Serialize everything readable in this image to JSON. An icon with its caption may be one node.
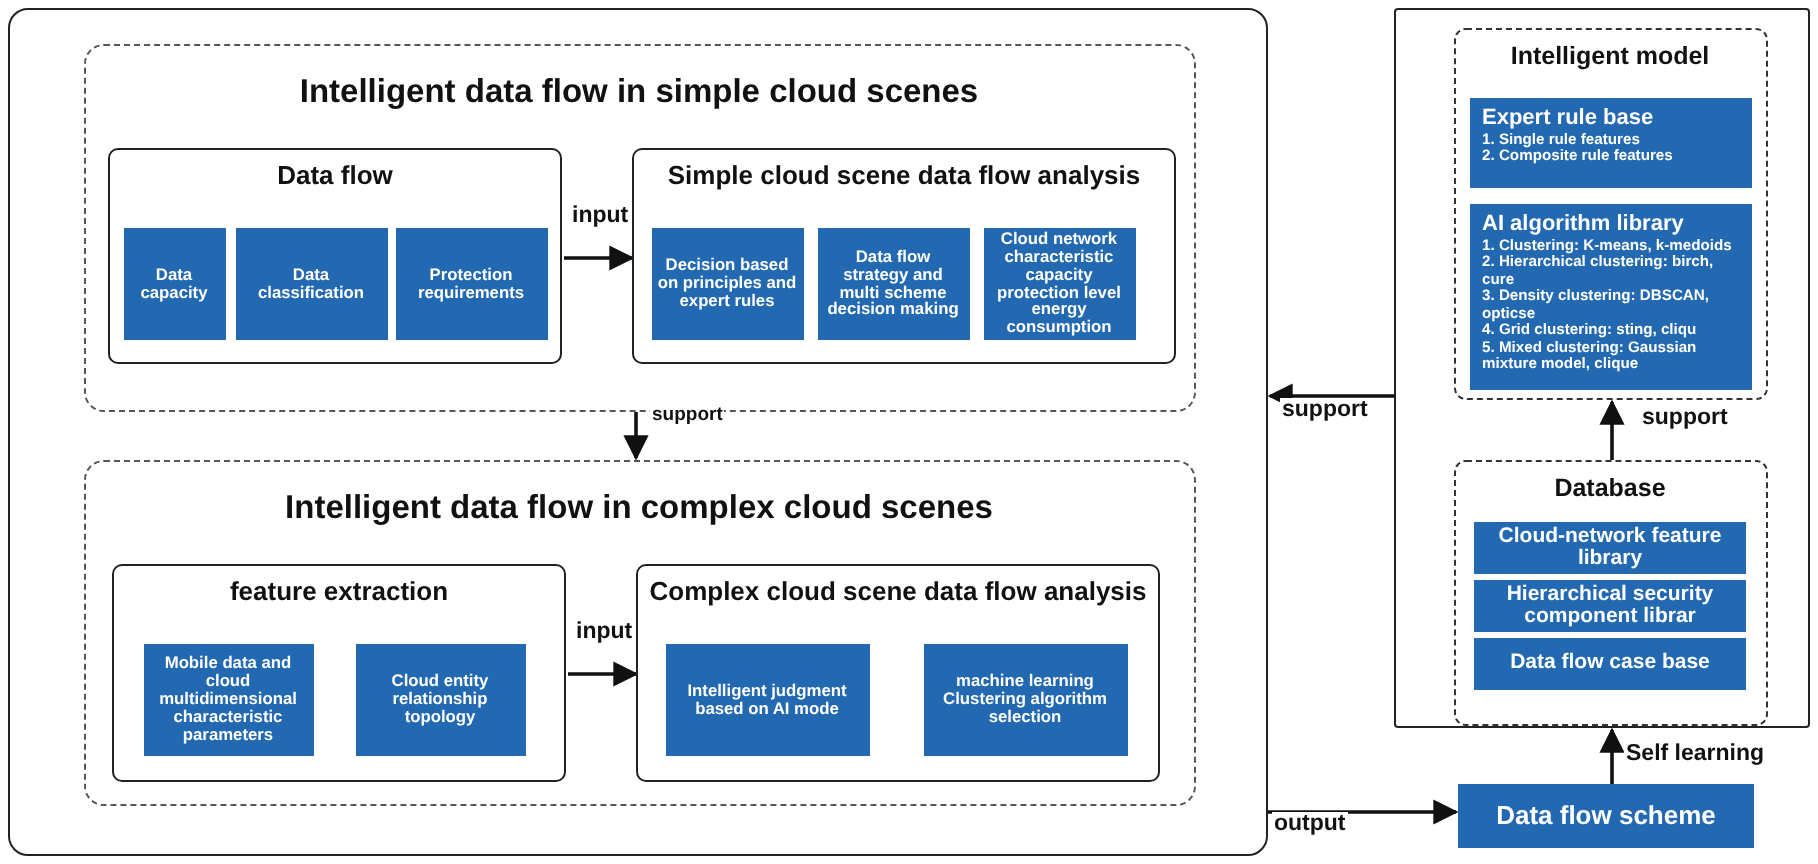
{
  "diagram": {
    "nodes": [
      {
        "text": [],
        "shape": "box"
      },
      {
        "text": [
          "Intelligent data flow in simple cloud scenes"
        ],
        "in": 0
      },
      {
        "text": [
          "Data flow"
        ],
        "in": 1
      },
      {
        "text": [
          "Data capacity"
        ],
        "in": 2
      },
      {
        "text": [
          "Data classification"
        ],
        "in": 2
      },
      {
        "text": [
          "Protection requirements"
        ],
        "in": 2
      },
      {
        "text": [
          "Simple cloud scene data flow analysis"
        ],
        "in": 1
      },
      {
        "text": [
          "Decision based on principles and expert rules"
        ],
        "in": 6
      },
      {
        "text": [
          "Data flow strategy and multi scheme decision making"
        ],
        "in": 6
      },
      {
        "text": [
          "Cloud network characteristic capacity protection level energy consumption"
        ],
        "in": 6
      },
      {
        "text": [
          "Intelligent data flow in complex cloud scenes"
        ],
        "in": 0
      },
      {
        "text": [
          "feature extraction"
        ],
        "in": 10
      },
      {
        "text": [
          "Mobile data and cloud multidimensional characteristic parameters"
        ],
        "in": 11
      },
      {
        "text": [
          "Cloud entity relationship topology"
        ],
        "in": 11
      },
      {
        "text": [
          "Complex cloud scene data flow analysis"
        ],
        "in": 10
      },
      {
        "text": [
          "Intelligent judgment based on AI mode"
        ],
        "in": 14
      },
      {
        "text": [
          "machine learning Clustering algorithm selection"
        ],
        "in": 14
      },
      {
        "text": [],
        "shape": "box"
      },
      {
        "text": [
          "Intelligent model"
        ],
        "in": 17
      },
      {
        "text": [
          "Expert rule base",
          "1. Single rule features",
          "2. Composite rule features"
        ],
        "in": 18
      },
      {
        "text": [
          "AI algorithm library",
          "1. Clustering: K-means, k-medoids",
          "2. Hierarchical clustering: birch, cure",
          "3. Density clustering: DBSCAN, opticse",
          "4. Grid clustering: sting, cliqu",
          "5. Mixed clustering: Gaussian mixture model, clique"
        ],
        "in": 18
      },
      {
        "text": [
          "Database"
        ],
        "in": 17
      },
      {
        "text": [
          "Cloud-network feature library"
        ],
        "in": 21
      },
      {
        "text": [
          "Hierarchical security component librar"
        ],
        "in": 21
      },
      {
        "text": [
          "Data flow case base"
        ],
        "in": 21
      },
      {
        "text": [
          "Data flow scheme"
        ]
      }
    ],
    "edges": [
      {
        "from": 2,
        "to": 6,
        "arrow": "to",
        "label": "input"
      },
      {
        "from": 11,
        "to": 14,
        "arrow": "to",
        "label": "input"
      },
      {
        "from": 1,
        "to": 10,
        "arrow": "to",
        "label": "support"
      },
      {
        "from": 21,
        "to": 18,
        "arrow": "to",
        "label": "support"
      },
      {
        "from": 17,
        "to": 0,
        "arrow": "to",
        "label": "support"
      },
      {
        "from": 0,
        "to": 25,
        "arrow": "to",
        "label": "output"
      },
      {
        "from": 25,
        "to": 17,
        "arrow": "to",
        "label": "Self learning"
      }
    ]
  }
}
